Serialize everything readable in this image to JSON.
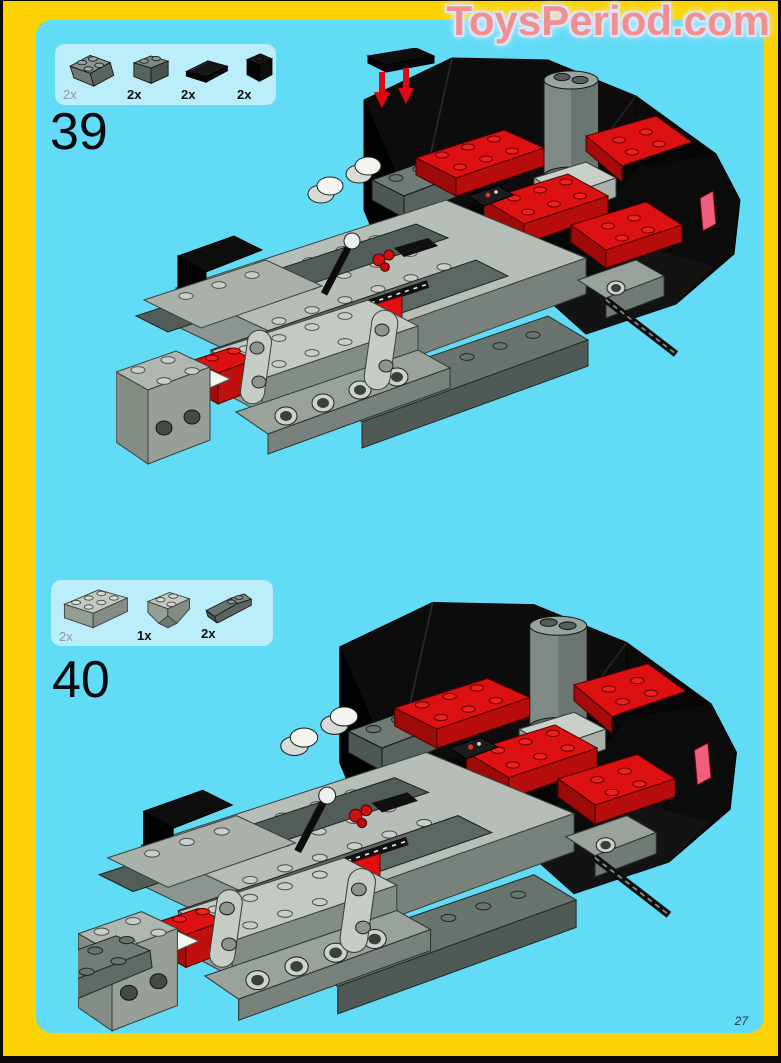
{
  "watermark": {
    "text": "ToysPeriod.com",
    "color": "#f28f8f",
    "glow": "#d9e5fb"
  },
  "page": {
    "number": "27",
    "background": "#62dbf7",
    "frame": "#fbd304",
    "parts_box": "#bcedfb"
  },
  "colors": {
    "arrow_red": "#e30613",
    "brick_red": "#dd1111",
    "body_black": "#0c0c0c",
    "gray_light": "#b7beb8",
    "gray_dark": "#5d6763",
    "taillight_pink": "#f0607e",
    "pulley_yellow": "#e8c800"
  },
  "steps": [
    {
      "number": "39",
      "parts": [
        {
          "qty": "2x",
          "icon": "brick-2x2-slope-gray-icon"
        },
        {
          "qty": "2x",
          "icon": "brick-1x2-dark-gray-icon"
        },
        {
          "qty": "2x",
          "icon": "tile-1x2-black-icon"
        },
        {
          "qty": "2x",
          "icon": "brick-1x1-black-icon"
        }
      ],
      "illustration": "car-chassis-rear-view-with-placement-arrows"
    },
    {
      "number": "40",
      "parts": [
        {
          "qty": "2x",
          "icon": "brick-2x4-light-gray-icon"
        },
        {
          "qty": "1x",
          "icon": "slope-inverted-2x2-gray-icon"
        },
        {
          "qty": "2x",
          "icon": "slope-1x3-dark-gray-icon"
        }
      ],
      "illustration": "car-chassis-rear-view-with-front-slopes-added"
    }
  ]
}
